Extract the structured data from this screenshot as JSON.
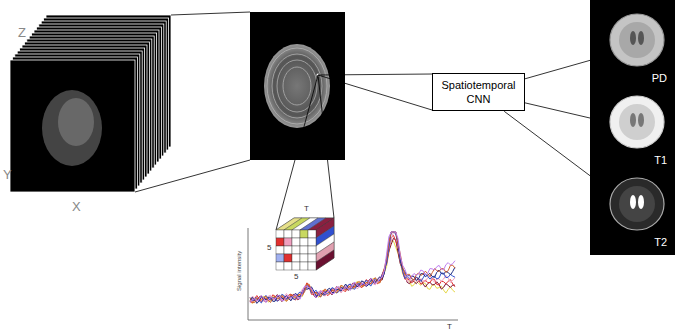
{
  "diagram": {
    "nodes": [
      {
        "text": [
          "Spatiotemporal CNN"
        ]
      },
      {
        "text": [
          "PD"
        ]
      },
      {
        "text": [
          "T1"
        ]
      },
      {
        "text": [
          "T2"
        ]
      }
    ],
    "edges": [
      {
        "from": 0,
        "to": 1,
        "arrow": "none"
      },
      {
        "from": 0,
        "to": 2,
        "arrow": "none"
      },
      {
        "from": 0,
        "to": 3,
        "arrow": "none"
      }
    ],
    "labels": [
      "Z",
      "Y",
      "X",
      "T",
      "5",
      "5",
      "Signal intensity",
      "T"
    ]
  }
}
